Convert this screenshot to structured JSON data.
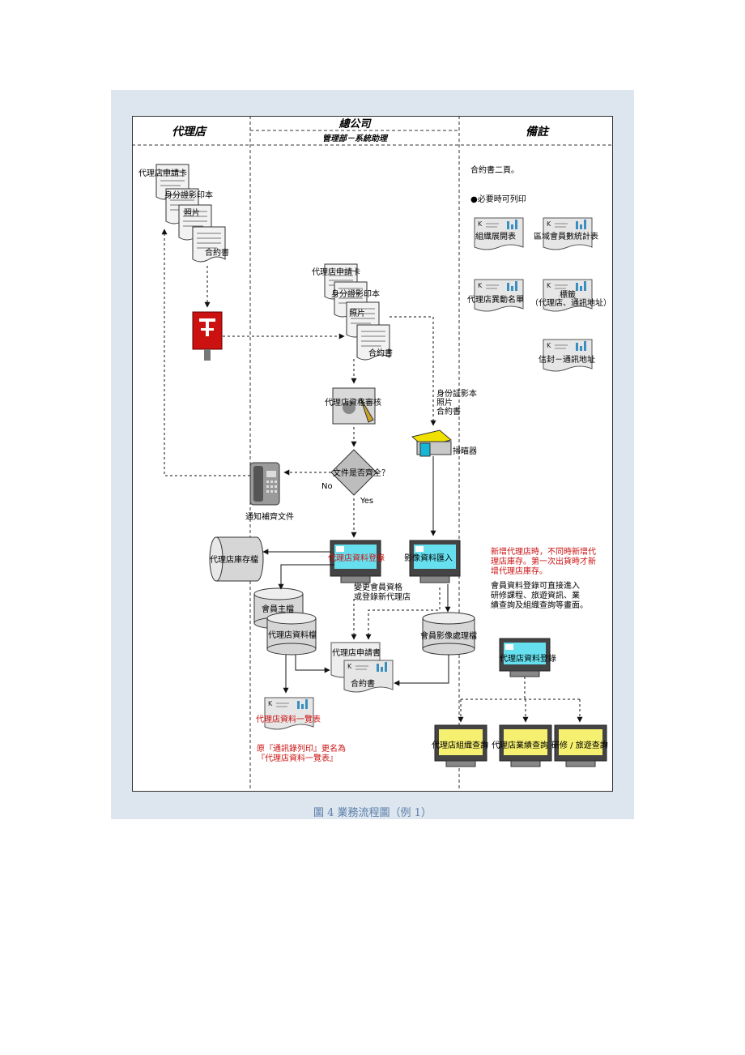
{
  "diagram": {
    "columns": {
      "agent": "代理店",
      "hq": "總公司",
      "hq_sub": "管理部－系統助理",
      "notes": "備註"
    },
    "left_docs": [
      "代理店申請卡",
      "身分證影印本",
      "照片",
      "合約書"
    ],
    "center_docs": [
      "代理店申請卡",
      "身分證影印本",
      "照片",
      "合約書"
    ],
    "review": "代理店資格審核",
    "decision": "文件是否齊全？",
    "no": "No",
    "yes": "Yes",
    "phone": "通知補齊文件",
    "scanner_docs": [
      "身份証影本",
      "照片",
      "合約書"
    ],
    "scanner": "掃瞄器",
    "agent_store": "代理店庫存檔",
    "register_screen": "代理店資料登錄",
    "image_import": "影像資料匯入",
    "change_note": [
      "變更會員資格",
      "或登錄新代理店"
    ],
    "member_master": "會員主檔",
    "agent_file": "代理店資料檔",
    "image_file": "會員影像處理檔",
    "app_doc": "代理店申請書",
    "contract_doc": "合約書",
    "list_doc": "代理店資料一覽表",
    "rename_note": [
      "原『通訊錄列印』更名為",
      "『代理店資料一覽表』"
    ],
    "notes": {
      "contract_pages": "合約書二頁。",
      "print_note": "●必要時可列印",
      "reports": [
        "組織展開表",
        "區域會員數統計表",
        "代理店異動名單",
        "標籤",
        "（代理店、通訊地址）",
        "信封－通訊地址"
      ],
      "red_note": [
        "新增代理店時，不同時新增代",
        "理店庫存。第一次出貨時才新",
        "增代理店庫存。"
      ],
      "black_note": [
        "會員資料登錄可直接進入",
        "研修課程、旅遊資訊、業",
        "績查詢及組織查詢等畫面。"
      ]
    },
    "register_screen2": "代理店資料登錄",
    "queries": [
      "代理店組織查詢",
      "代理店業績查詢",
      "研修 / 旅遊查詢"
    ]
  },
  "caption": "圖 4  業務流程圖（例 1）",
  "colors": {
    "red_text": "#cc1111",
    "screen_cyan": "#66e0ee",
    "query_yellow": "#f5f070",
    "mailbox_red": "#cc1111",
    "frame_bg": "#dde6ef",
    "caption_blue": "#5a7fa8"
  }
}
